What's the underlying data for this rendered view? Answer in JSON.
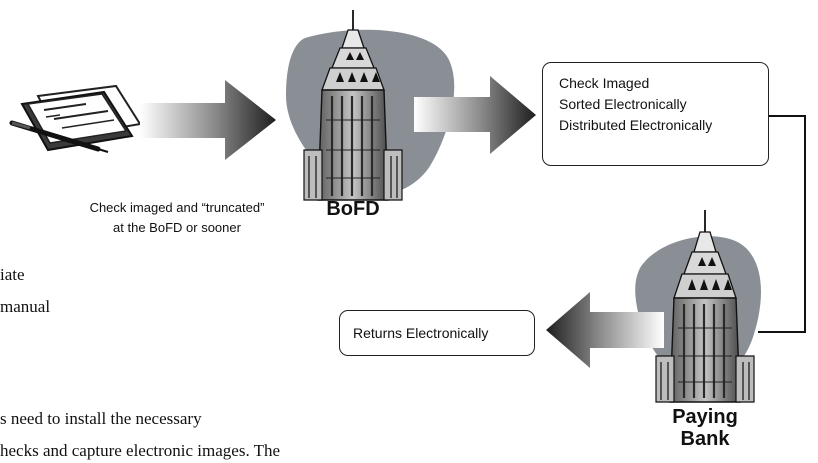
{
  "diagram": {
    "check_caption": {
      "line1": "Check imaged and “truncated”",
      "line2": "at the BoFD or sooner"
    },
    "bofd": {
      "label": "BoFD"
    },
    "paying_bank": {
      "line1": "Paying",
      "line2": "Bank"
    },
    "process_box": {
      "lines": [
        "Check Imaged",
        "Sorted Electronically",
        "Distributed Electronically"
      ]
    },
    "returns_box": {
      "label": "Returns Electronically"
    }
  },
  "partial_body_text": {
    "line1": "iate",
    "line2": "manual",
    "line3": "s need to install the necessary",
    "line4": "hecks and capture electronic images. The"
  },
  "colors": {
    "blob": "#8a8f96",
    "building": "#7a7a7a",
    "arrow_dark": "#2a2a2a",
    "stroke": "#222222"
  },
  "icons": {
    "check": "check-and-pen-icon",
    "building": "skyscraper-icon",
    "arrow": "gradient-arrow-icon"
  }
}
